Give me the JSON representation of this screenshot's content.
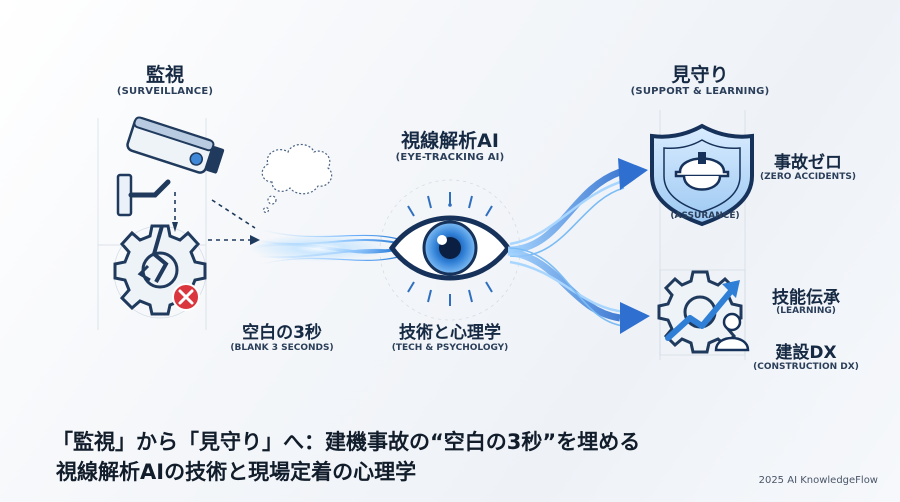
{
  "left": {
    "title": "監視",
    "subtitle": "(SURVEILLANCE)"
  },
  "right": {
    "title": "見守り",
    "subtitle": "(SUPPORT & LEARNING)"
  },
  "center": {
    "title": "視線解析AI",
    "subtitle": "(EYE-TRACKING AI)",
    "bottom_title": "技術と心理学",
    "bottom_subtitle": "(TECH & PSYCHOLOGY)"
  },
  "blank": {
    "title": "空白の3秒",
    "subtitle": "(BLANK 3 SECONDS)"
  },
  "outcomes": {
    "zero_title": "事故ゼロ",
    "zero_sub": "(ZERO ACCIDENTS)",
    "assurance": "(ASSURANCE)",
    "skill_title": "技能伝承",
    "skill_sub": "(LEARNING)",
    "dx_title": "建設DX",
    "dx_sub": "(CONSTRUCTION DX)"
  },
  "headline": {
    "line1": "「監視」から「見守り」へ：建機事故の“空白の3秒”を埋める",
    "line2": "視線解析AIの技術と現場定着の心理学"
  },
  "copyright": "2025 AI KnowledgeFlow",
  "colors": {
    "navy": "#1f3a5c",
    "blue": "#2f7fd6",
    "glow": "#6fb6ff",
    "red": "#d9363e"
  },
  "icons": [
    "security-camera-icon",
    "broken-gear-icon",
    "error-x-icon",
    "thought-cloud-icon",
    "eye-icon",
    "shield-helmet-icon",
    "gear-growth-icon",
    "worker-icon"
  ]
}
